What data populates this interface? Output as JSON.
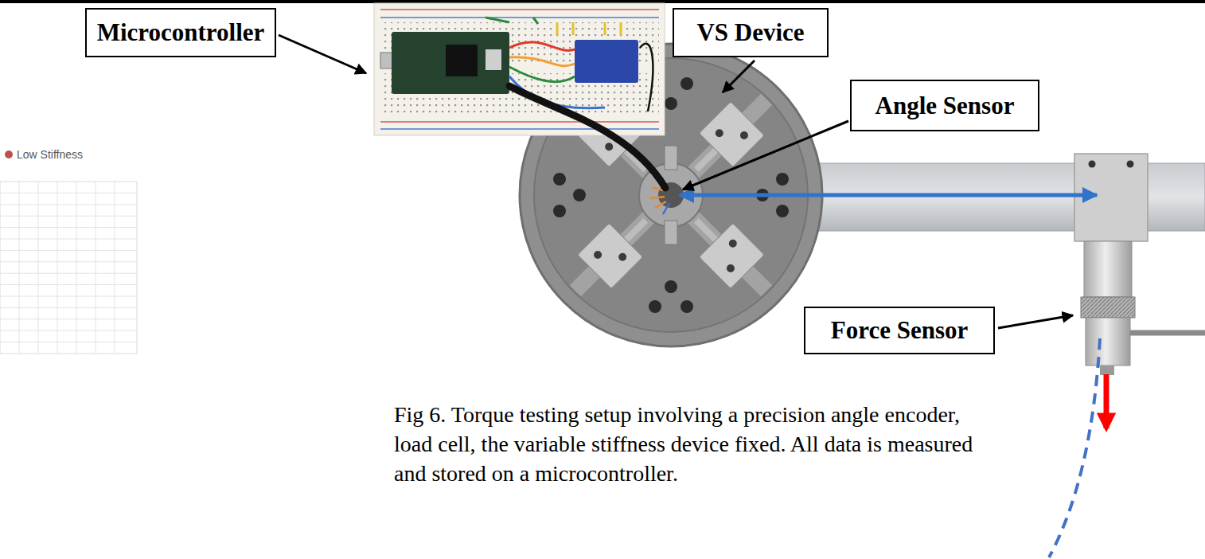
{
  "diagram": {
    "caption": "Fig 6. Torque testing setup involving a precision angle encoder, load cell, the variable stiffness device fixed. All data is measured and stored on a microcontroller.",
    "nodes": [
      {
        "text": [
          "Microcontroller"
        ]
      },
      {
        "text": [
          "VS Device"
        ]
      },
      {
        "text": [
          "Angle Sensor"
        ]
      },
      {
        "text": [
          "Force Sensor"
        ]
      }
    ],
    "legend": [
      {
        "text": "Low Stiffness",
        "color": "#c0504d"
      }
    ]
  }
}
